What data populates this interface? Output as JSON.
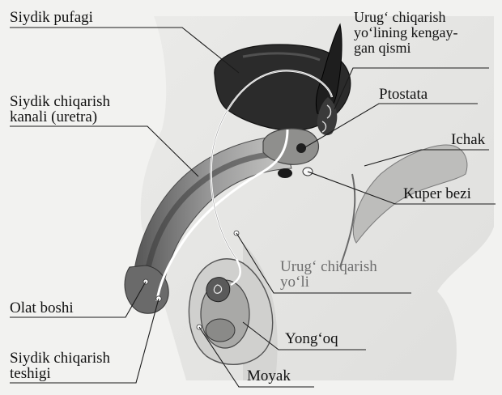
{
  "labels": {
    "bladder": "Siydik pufagi",
    "ejaculatory_dilation": [
      "Urug‘ chiqarish",
      "yo‘lining kengay-",
      "gan qismi"
    ],
    "urethra": [
      "Siydik chiqarish",
      "kanali (uretra)"
    ],
    "prostate": "Ptostata",
    "intestine": "Ichak",
    "cowper_gland": "Kuper bezi",
    "vas_deferens": [
      "Urug‘ chiqarish",
      "yo‘li"
    ],
    "glans": "Olat boshi",
    "testicle": "Yong‘oq",
    "urethral_opening": [
      "Siydik chiqarish",
      "teshigi"
    ],
    "scrotum": "Moyak"
  },
  "colors": {
    "background": "#f2f2f0",
    "dark_tissue": "#2a2a2a",
    "mid_tissue": "#8f8f8f",
    "light_tissue": "#d6d6d4",
    "label_text": "#111111",
    "label_text_muted": "#6e6e6e",
    "leader_line": "#1a1a1a"
  }
}
